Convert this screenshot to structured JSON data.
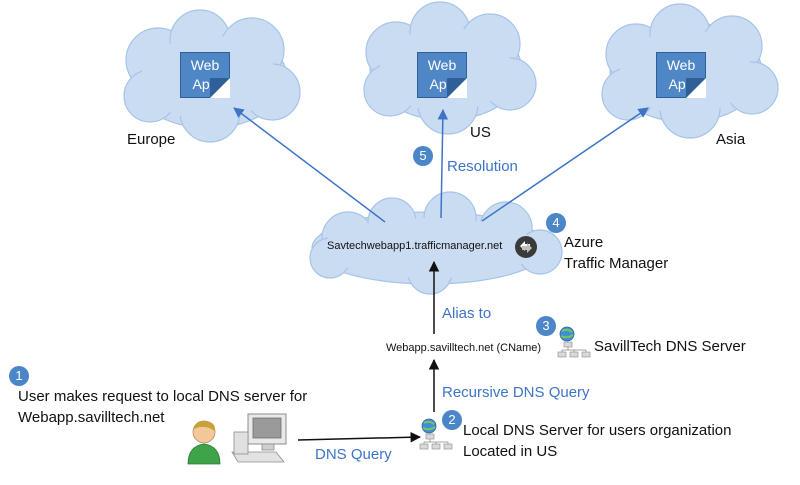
{
  "clouds": {
    "europe": {
      "label": "Europe",
      "app_line1": "Web",
      "app_line2": "App"
    },
    "us": {
      "label": "US",
      "app_line1": "Web",
      "app_line2": "App"
    },
    "asia": {
      "label": "Asia",
      "app_line1": "Web",
      "app_line2": "App"
    }
  },
  "traffic_manager": {
    "hostname": "Savtechwebapp1.trafficmanager.net",
    "title_line1": "Azure",
    "title_line2": "Traffic Manager"
  },
  "steps": {
    "one": {
      "number": "1",
      "line1": "User makes request to local DNS server for",
      "line2": "Webapp.savilltech.net"
    },
    "two": {
      "number": "2",
      "line1": "Local DNS Server for users organization",
      "line2": "Located in US"
    },
    "three": {
      "number": "3",
      "label": "SavillTech DNS Server"
    },
    "four": {
      "number": "4"
    },
    "five": {
      "number": "5",
      "label": "Resolution"
    }
  },
  "edges": {
    "dns_query": "DNS Query",
    "recursive": "Recursive DNS Query",
    "alias": "Alias to"
  },
  "cname_record": "Webapp.savilltech.net (CName)",
  "colors": {
    "cloud_fill": "#c9dcf2",
    "cloud_stroke": "#a6c4e6",
    "accent": "#3d74c6",
    "webapp": "#4f86c6"
  }
}
